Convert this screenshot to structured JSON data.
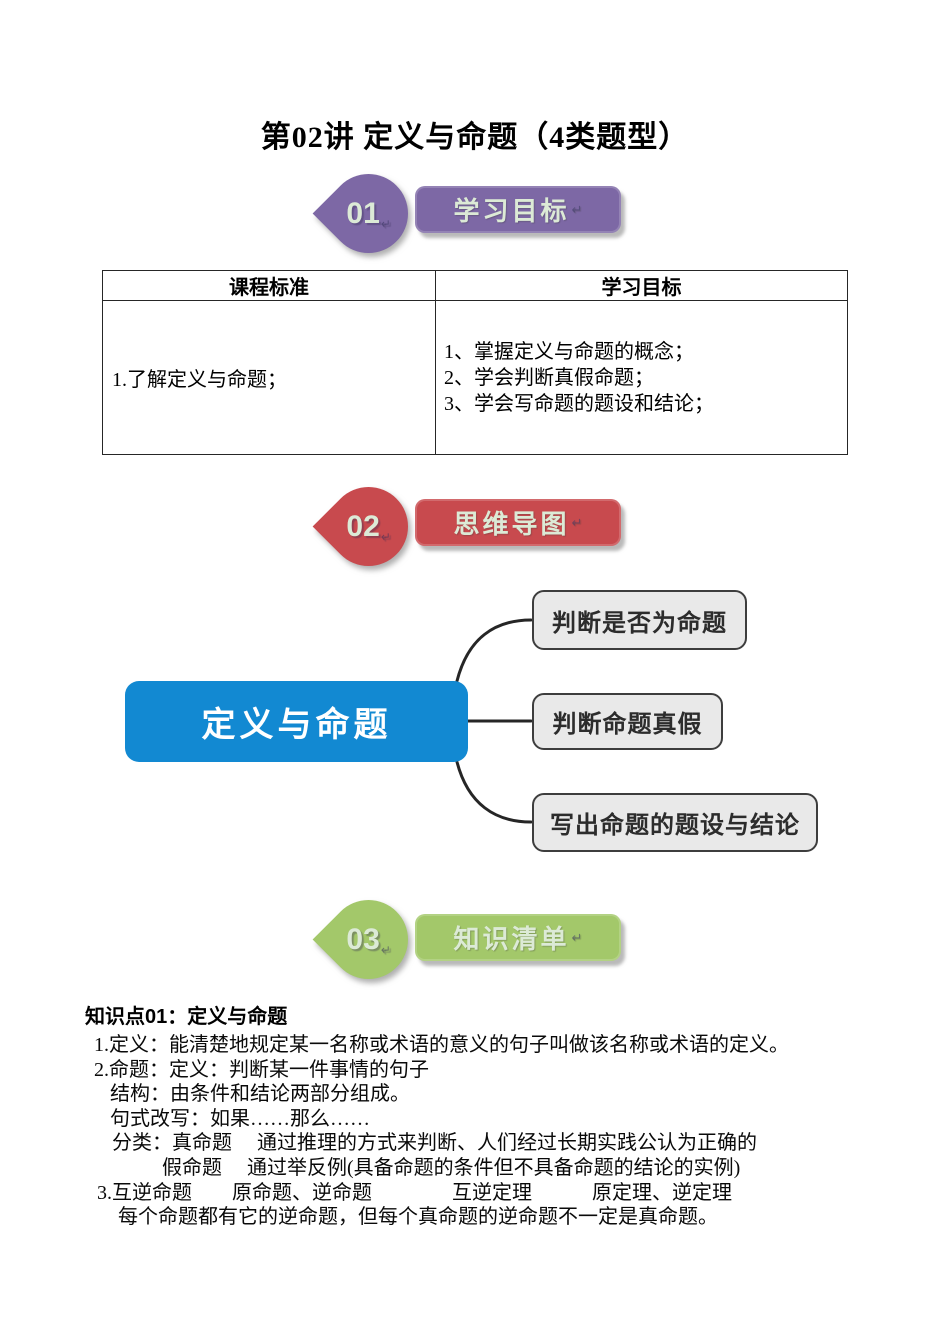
{
  "page": {
    "title": "第02讲 定义与命题（4类题型）",
    "background": "#ffffff"
  },
  "return_mark": "↵",
  "sections": [
    {
      "number": "01",
      "label": "学习目标",
      "color": "#7d68a5",
      "text_color": "#dcead6"
    },
    {
      "number": "02",
      "label": "思维导图",
      "color": "#c84a4e",
      "text_color": "#dcead6"
    },
    {
      "number": "03",
      "label": "知识清单",
      "color": "#a3c86a",
      "text_color": "#edf5e0"
    }
  ],
  "objectives_table": {
    "headers": [
      "课程标准",
      "学习目标"
    ],
    "standard_cell": "1.了解定义与命题；",
    "goal_lines": [
      "1、掌握定义与命题的概念；",
      "2、学会判断真假命题；",
      "3、学会写命题的题设和结论；"
    ]
  },
  "mindmap": {
    "root": {
      "label": "定义与命题",
      "color": "#1289d2",
      "text_color": "#ffffff"
    },
    "branch_fill": "#e9e9e9",
    "branch_border": "#3d3d3d",
    "branches": [
      {
        "label": "判断是否为命题"
      },
      {
        "label": "判断命题真假"
      },
      {
        "label": "写出命题的题设与结论"
      }
    ]
  },
  "knowledge": {
    "heading": "知识点01：定义与命题",
    "lines": [
      "1.定义：能清楚地规定某一名称或术语的意义的句子叫做该名称或术语的定义。",
      "2.命题：定义：判断某一件事情的句子",
      "结构：由条件和结论两部分组成。",
      "句式改写：如果……那么……",
      "分类：真命题　 通过推理的方式来判断、人们经过长期实践公认为正确的",
      "假命题　 通过举反例(具备命题的条件但不具备命题的结论的实例)",
      "3.互逆命题　　原命题、逆命题　　　　互逆定理　　　原定理、逆定理",
      "每个命题都有它的逆命题，但每个真命题的逆命题不一定是真命题。"
    ]
  }
}
